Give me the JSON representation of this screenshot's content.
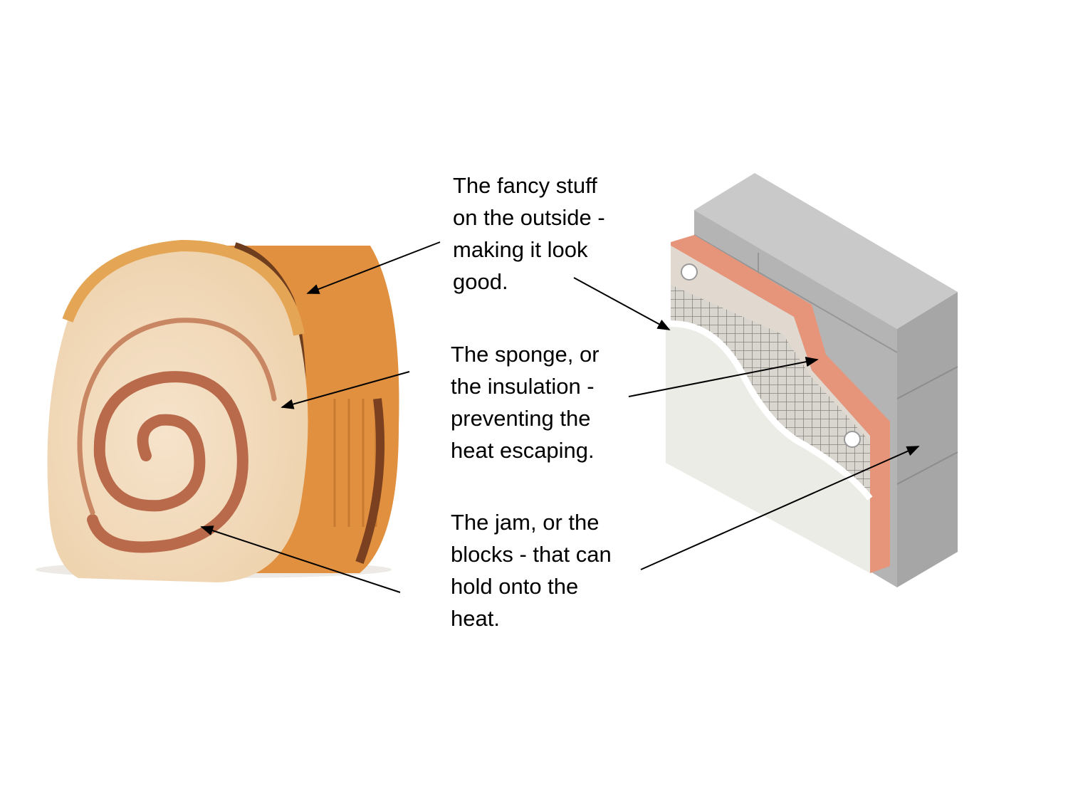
{
  "labels": {
    "outside": "The fancy stuff\non the outside -\nmaking it look\ngood.",
    "sponge": "The sponge, or\nthe insulation -\npreventing the\nheat escaping.",
    "jam": "The jam, or the\nblocks - that can\nhold onto the\nheat."
  },
  "colors": {
    "crust": "#e0903e",
    "sponge": "#f3dcc0",
    "jam": "#b86a4a",
    "block": "#a9a9a9",
    "insulation": "#e7957a",
    "render": "#ecece6",
    "arrow": "#000000"
  },
  "icons": {
    "left_image": "swiss-roll-cake",
    "right_image": "wall-insulation-cross-section"
  }
}
